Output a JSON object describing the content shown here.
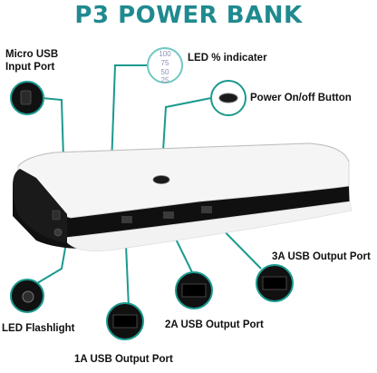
{
  "title": "P3 POWER BANK",
  "labels": {
    "micro_usb": "Micro USB Input Port",
    "led_indicator": "LED % indicater",
    "power_button": "Power On/off Button",
    "usb_3a": "3A USB Output Port",
    "led_flashlight": "LED Flashlight",
    "usb_2a": "2A USB Output Port",
    "usb_1a": "1A USB Output Port"
  },
  "led_levels": [
    "100",
    "75",
    "50",
    "25"
  ],
  "colors": {
    "title": "#1f8a8f",
    "leader": "#1a9a8e",
    "body_white": "#f4f4f4",
    "body_black": "#101010"
  }
}
